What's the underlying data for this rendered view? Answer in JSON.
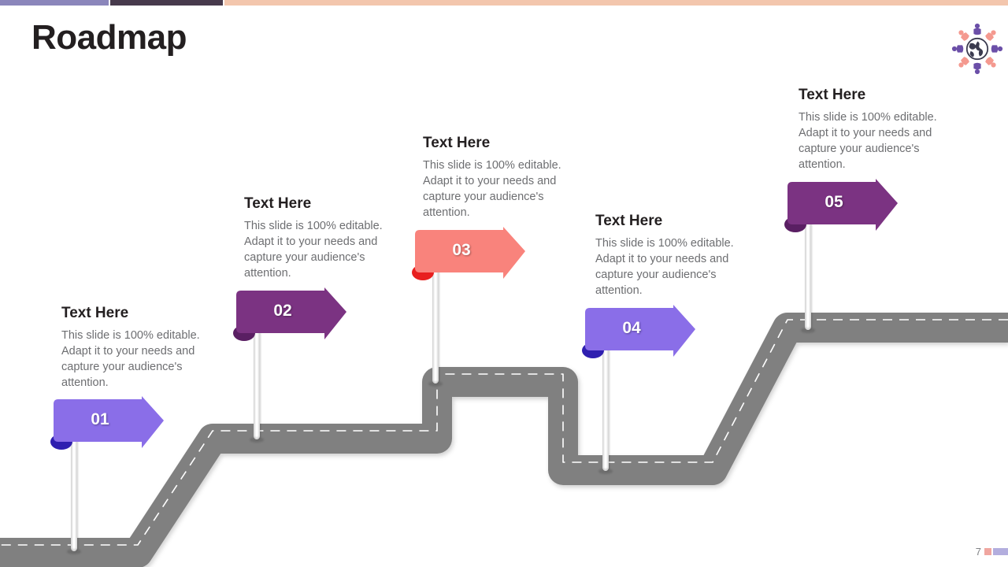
{
  "slide": {
    "title": "Roadmap",
    "page_number": "7"
  },
  "topbar": {
    "segments": [
      {
        "name": "light-purple",
        "color": "#8b86bb"
      },
      {
        "name": "dark-purple",
        "color": "#473a4c"
      },
      {
        "name": "peach",
        "color": "#f3c6ad"
      }
    ]
  },
  "icon": {
    "globe": "globe-people-icon"
  },
  "road": {
    "color": "#808080",
    "dash_color": "#ffffff"
  },
  "milestones": [
    {
      "number": "01",
      "heading": "Text Here",
      "body": "This slide is 100% editable. Adapt it to your needs and capture your audience's attention.",
      "color": "#8a6ee8",
      "fold_color": "#2f1fb0"
    },
    {
      "number": "02",
      "heading": "Text Here",
      "body": "This slide is 100% editable. Adapt it to your needs and capture your audience's attention.",
      "color": "#7b3382",
      "fold_color": "#5a1f63"
    },
    {
      "number": "03",
      "heading": "Text Here",
      "body": "This slide is 100% editable. Adapt it to your needs and capture your audience's attention.",
      "color": "#f9837c",
      "fold_color": "#e8201f"
    },
    {
      "number": "04",
      "heading": "Text Here",
      "body": "This slide is 100% editable. Adapt it to your needs and capture your audience's attention.",
      "color": "#8a6ee8",
      "fold_color": "#2f1fb0"
    },
    {
      "number": "05",
      "heading": "Text Here",
      "body": "This slide is 100% editable. Adapt it to your needs and capture your audience's attention.",
      "color": "#7b3382",
      "fold_color": "#5a1f63"
    }
  ],
  "footer": {
    "bars": [
      {
        "name": "salmon-bar",
        "color": "#f0a6a0"
      },
      {
        "name": "lavender-bar",
        "color": "#b3aede"
      }
    ]
  }
}
